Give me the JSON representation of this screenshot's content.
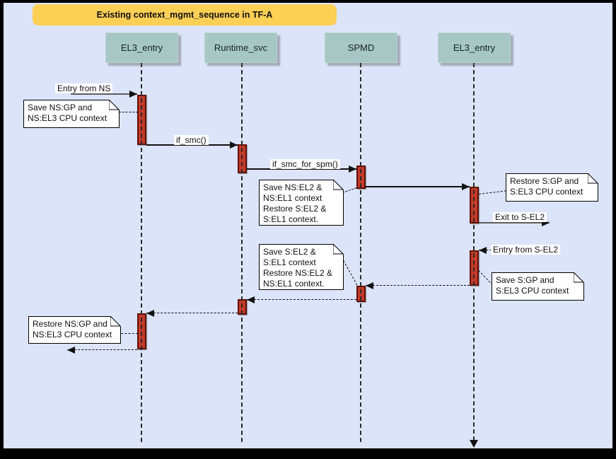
{
  "title": "Existing context_mgmt_sequence in TF-A",
  "colors": {
    "background": "#dce4f9",
    "frame": "#000000",
    "title_bg": "#fccf55",
    "actor_fill": "#a6c7c3",
    "activation_fill": "#c33a28",
    "activation_border": "#5e1108",
    "note_fill": "#ffffff"
  },
  "actors": [
    {
      "label": "EL3_entry"
    },
    {
      "label": "Runtime_svc"
    },
    {
      "label": "SPMD"
    },
    {
      "label": "EL3_entry"
    }
  ],
  "messages": {
    "entry_from_ns": "Entry from NS",
    "if_smc": "if_smc()",
    "if_smc_for_spm": "if_smc_for_spm()",
    "exit_to_s_el2": "Exit to S-EL2",
    "entry_from_s_el2": "Entry from S-EL2"
  },
  "notes": [
    {
      "lines": [
        "Save NS:GP and",
        "NS:EL3 CPU context"
      ]
    },
    {
      "lines": [
        "Save NS:EL2 &",
        "NS:EL1 context",
        "Restore S:EL2 &",
        "S:EL1 context."
      ]
    },
    {
      "lines": [
        "Restore S:GP and",
        "S:EL3 CPU context"
      ]
    },
    {
      "lines": [
        "Save S:EL2 &",
        "S:EL1 context",
        "Restore NS:EL2 &",
        "NS:EL1 context."
      ]
    },
    {
      "lines": [
        "Save S:GP and",
        "S:EL3 CPU context"
      ]
    },
    {
      "lines": [
        "Restore NS:GP and",
        "NS:EL3 CPU context"
      ]
    }
  ]
}
